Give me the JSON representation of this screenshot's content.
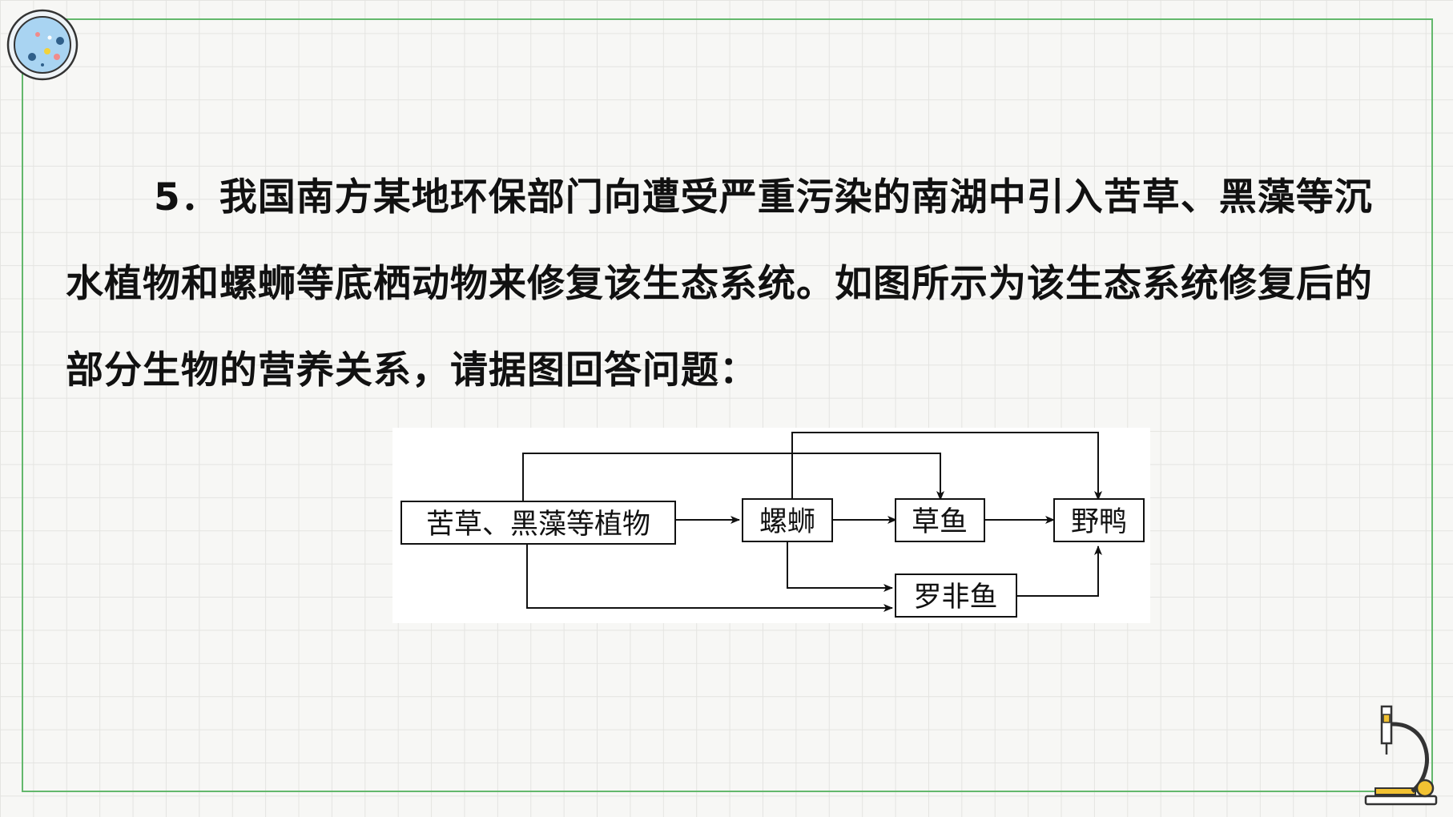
{
  "question": {
    "text": "5．我国南方某地环保部门向遭受严重污染的南湖中引入苦草、黑藻等沉水植物和螺蛳等底栖动物来修复该生态系统。如图所示为该生态系统修复后的部分生物的营养关系，请据图回答问题："
  },
  "food_web": {
    "nodes": {
      "plants": "苦草、黑藻等植物",
      "snail": "螺蛳",
      "grass_carp": "草鱼",
      "wild_duck": "野鸭",
      "tilapia": "罗非鱼"
    },
    "edges": [
      [
        "plants",
        "snail"
      ],
      [
        "plants",
        "grass_carp"
      ],
      [
        "plants",
        "tilapia"
      ],
      [
        "snail",
        "grass_carp"
      ],
      [
        "snail",
        "wild_duck"
      ],
      [
        "snail",
        "tilapia"
      ],
      [
        "grass_carp",
        "wild_duck"
      ],
      [
        "tilapia",
        "wild_duck"
      ]
    ]
  },
  "colors": {
    "frame": "#63b86c",
    "grid": "#e4e4e1",
    "background": "#f7f7f5",
    "diagram_background": "#ffffff"
  },
  "icons": {
    "top_left": "petri-dish-icon",
    "bottom_right": "microscope-icon"
  }
}
